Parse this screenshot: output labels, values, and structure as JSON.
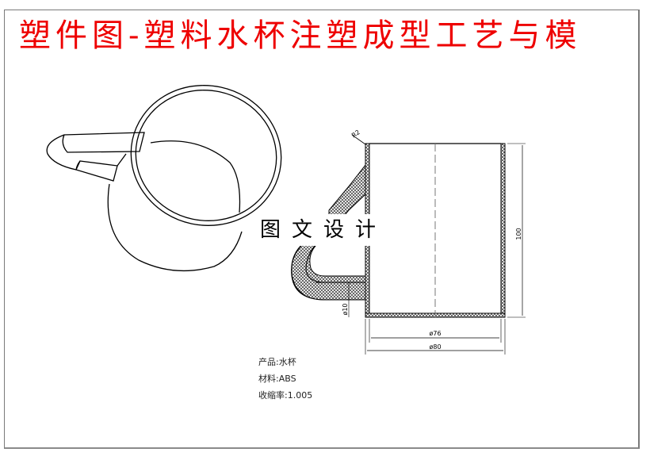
{
  "title": "塑件图-塑料水杯注塑成型工艺与模",
  "watermark": "图文设计",
  "views": {
    "isometric": {
      "label": "isometric-view-of-cup"
    },
    "section": {
      "dimensions": {
        "fillet": "R2",
        "height": "100",
        "inner_diameter": "ø76",
        "outer_diameter": "ø80",
        "handle_thickness": "ø10"
      }
    }
  },
  "notes": [
    {
      "label": "产品:",
      "value": "水杯"
    },
    {
      "label": "材料:",
      "value": "ABS"
    },
    {
      "label": "收缩率:",
      "value": "1.005"
    }
  ],
  "colors": {
    "title": "#ee0000",
    "line": "#000000",
    "frame": "#7a7a7a"
  }
}
